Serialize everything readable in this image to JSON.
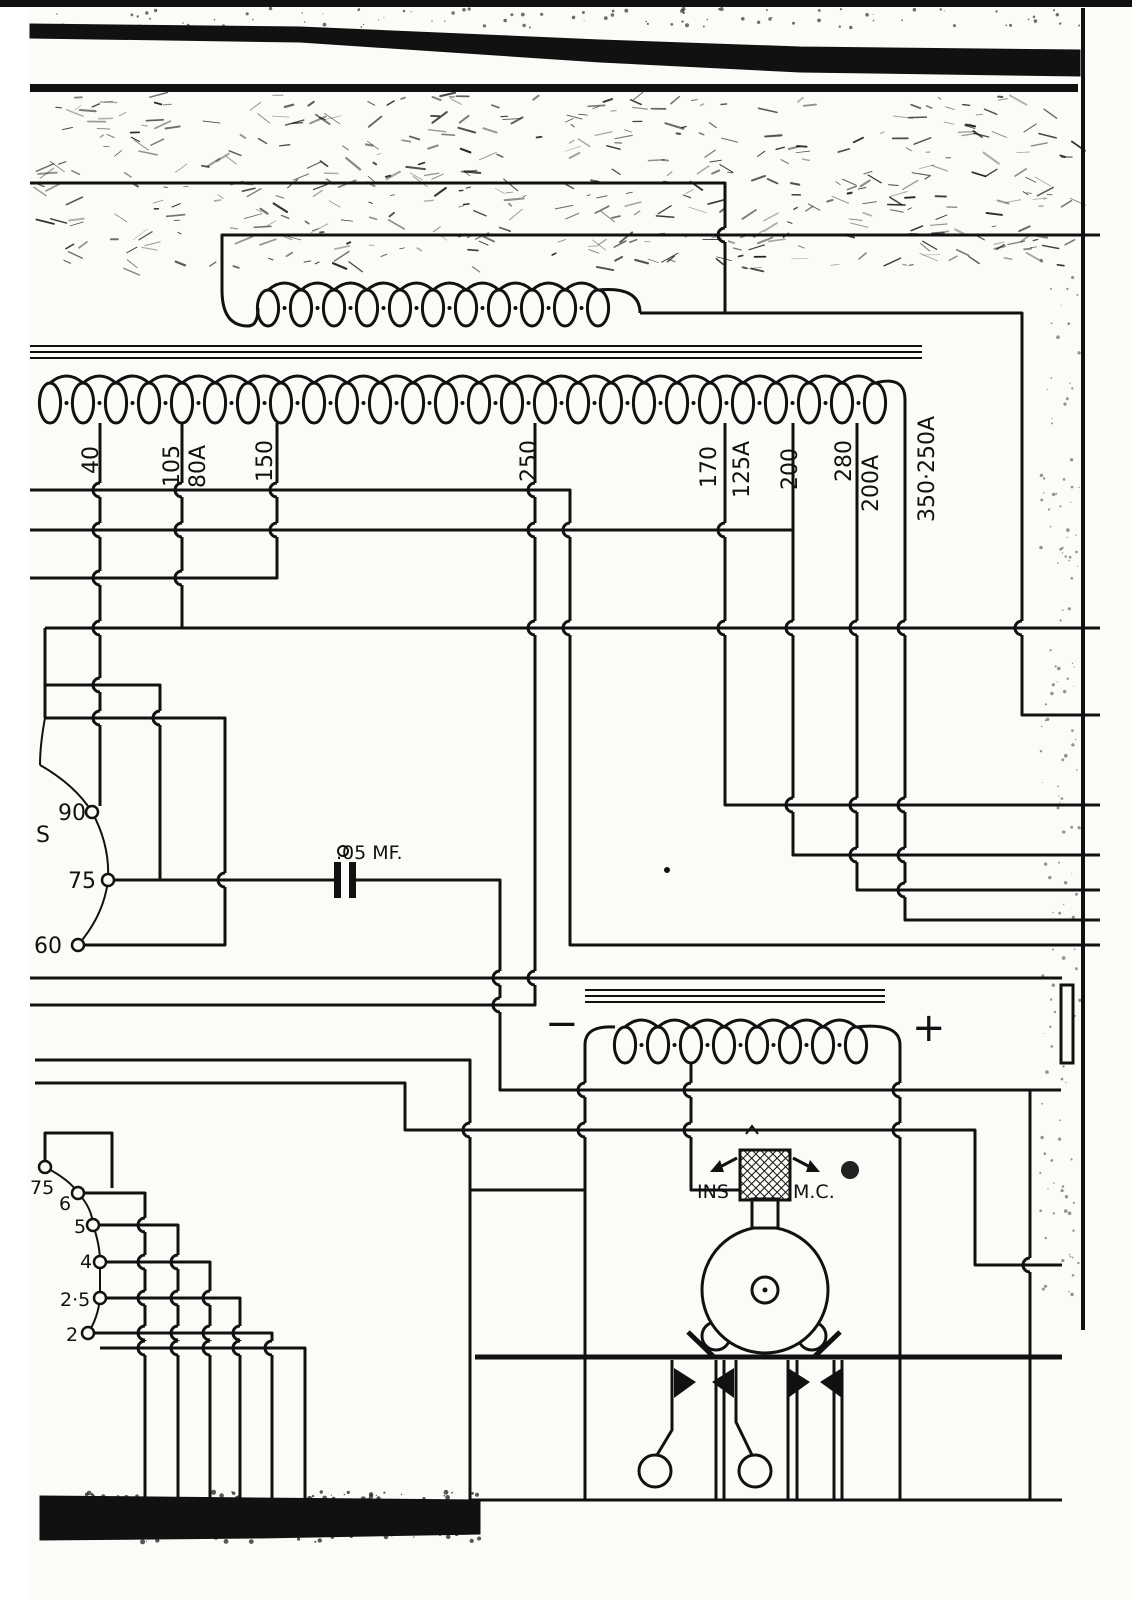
{
  "taps": {
    "t40": "40",
    "t105": "105",
    "t80a": "80A",
    "t150": "150",
    "t250": "250",
    "t170": "170",
    "t125a": "125A",
    "t200": "200",
    "t280": "280",
    "t200a": "200A",
    "t350": "350·250A"
  },
  "capacitor": {
    "label": ".05 MF."
  },
  "selector": {
    "c90": "90",
    "cs": "S",
    "c75": "75",
    "c60": "60"
  },
  "range_switch": {
    "r75": "75",
    "r6": "6",
    "r5": "5",
    "r4": "4",
    "r25": "2·5",
    "r2": "2"
  },
  "transformer": {
    "minus": "−",
    "plus": "+"
  },
  "meter": {
    "ins": "INS",
    "mc": "M.C."
  },
  "colors": {
    "ink": "#111111",
    "paper": "#fbfbf8"
  }
}
